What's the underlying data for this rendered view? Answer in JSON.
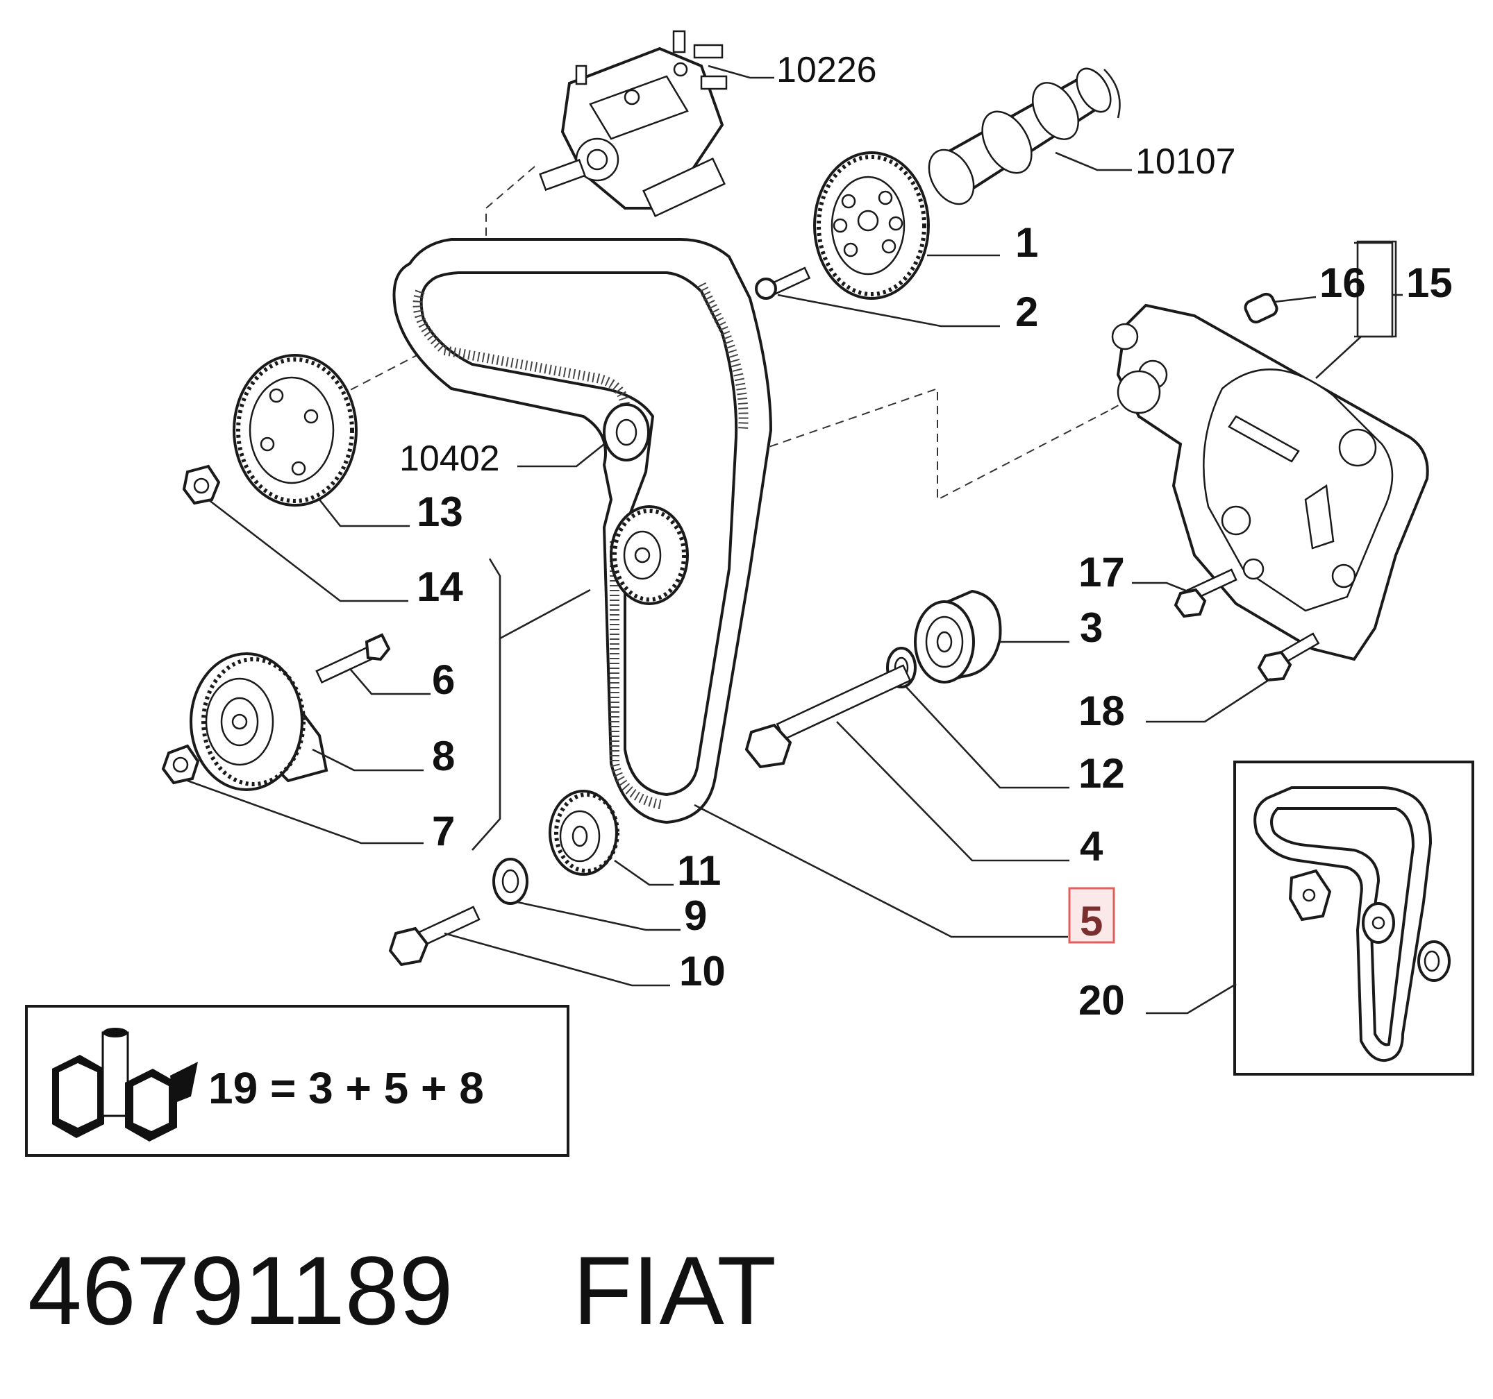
{
  "callouts": {
    "c10226": "10226",
    "c10107": "10107",
    "c1": "1",
    "c2": "2",
    "c16": "16",
    "c15": "15",
    "c10402": "10402",
    "c13": "13",
    "c14": "14",
    "c17": "17",
    "c3": "3",
    "c6": "6",
    "c18": "18",
    "c8": "8",
    "c12": "12",
    "c7": "7",
    "c4": "4",
    "c11": "11",
    "c9": "9",
    "c5": "5",
    "c10": "10",
    "c20": "20"
  },
  "kit": {
    "formula": "19 = 3 + 5 + 8"
  },
  "footer": {
    "part_number": "46791189",
    "brand": "FIAT"
  },
  "colors": {
    "highlight_border": "#e06060",
    "highlight_fill": "#fbe9e9",
    "highlight_text": "#7a2e2e"
  }
}
